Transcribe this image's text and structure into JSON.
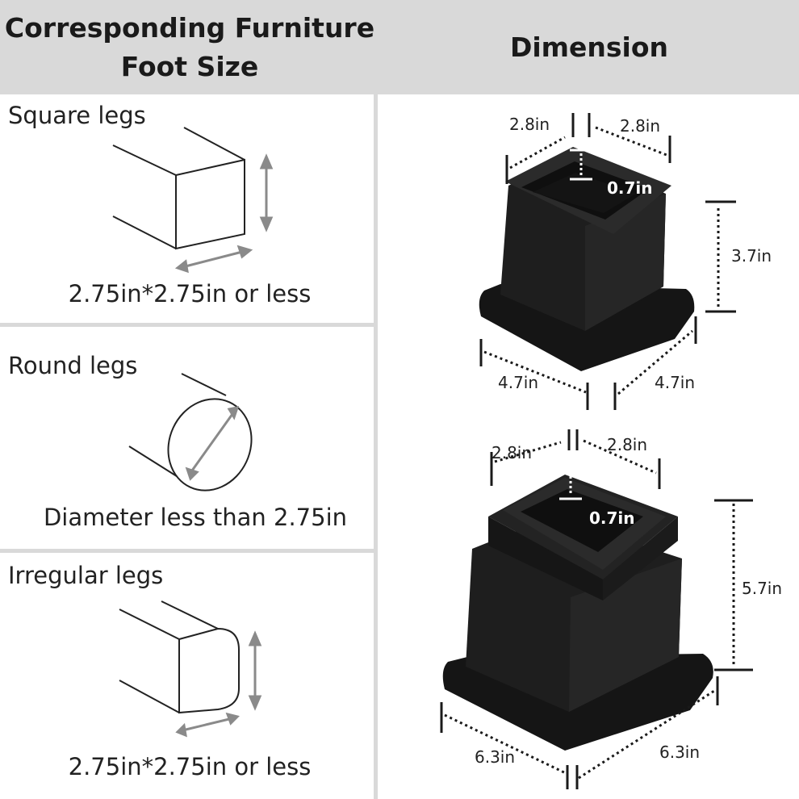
{
  "header": {
    "left_title_line1": "Corresponding Furniture",
    "left_title_line2": "Foot Size",
    "right_title": "Dimension"
  },
  "legs": [
    {
      "label": "Square legs",
      "caption": "2.75in*2.75in or less"
    },
    {
      "label": "Round legs",
      "caption": "Diameter less than 2.75in"
    },
    {
      "label": "Irregular legs",
      "caption": "2.75in*2.75in or less"
    }
  ],
  "small_riser": {
    "top_left": "2.8in",
    "top_right": "2.8in",
    "depth": "0.7in",
    "height": "3.7in",
    "base_left": "4.7in",
    "base_right": "4.7in"
  },
  "large_riser": {
    "top_left": "2.8in",
    "top_right": "2.8in",
    "depth": "0.7in",
    "height": "5.7in",
    "base_left": "6.3in",
    "base_right": "6.3in"
  },
  "colors": {
    "header_bg": "#d9d9d9",
    "riser": "#1c1c1c",
    "arrow_gray": "#8a8a8a"
  },
  "icons": [
    "square-leg-icon",
    "round-leg-icon",
    "irregular-leg-icon",
    "double-arrow-icon",
    "dotted-dimension-arrow-icon"
  ]
}
